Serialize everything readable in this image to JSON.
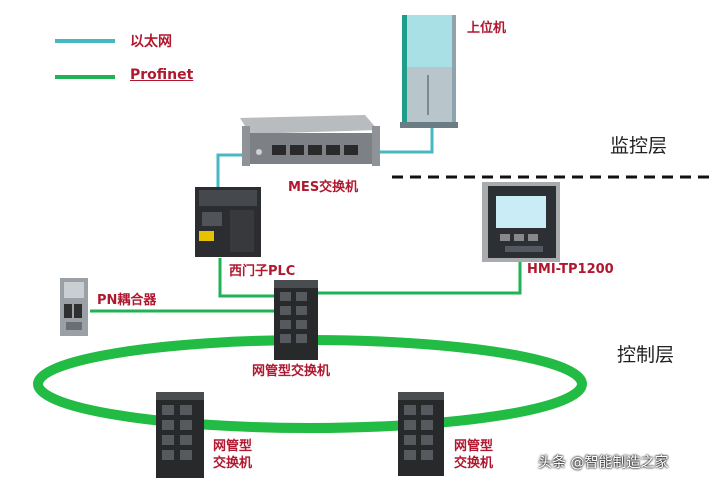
{
  "colors": {
    "ethernet": "#45b8c3",
    "profinet": "#1fb256",
    "ring": "#22bb44",
    "label": "#b0182f"
  },
  "legend": {
    "ethernet_label": "以太网",
    "profinet_label": "Profinet"
  },
  "layers": {
    "monitor": "监控层",
    "control": "控制层"
  },
  "devices": {
    "host": "上位机",
    "mes_switch": "MES交换机",
    "plc": "西门子PLC",
    "hmi": "HMI-TP1200",
    "pn_coupler": "PN耦合器",
    "managed_switch_center": "网管型交换机",
    "managed_switch_left": [
      "网管型",
      "交换机"
    ],
    "managed_switch_right": [
      "网管型",
      "交换机"
    ]
  },
  "watermark": "头条 @智能制造之家"
}
